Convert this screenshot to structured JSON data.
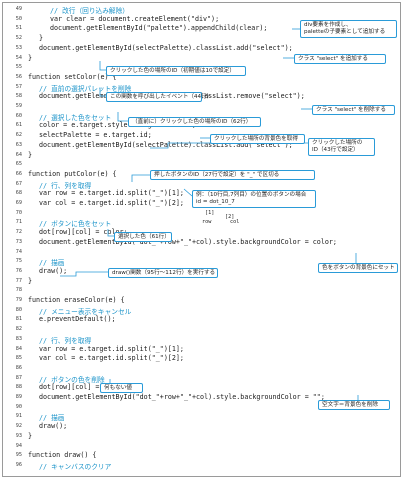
{
  "lines": [
    {
      "no": "49",
      "indent": 2,
      "code": "// 改行（回り込み解除）",
      "comment": true
    },
    {
      "no": "50",
      "indent": 2,
      "code": "var clear = document.createElement(\"div\");"
    },
    {
      "no": "51",
      "indent": 2,
      "code": "document.getElementById(\"palette\").appendChild(clear);"
    },
    {
      "no": "52",
      "indent": 1,
      "code": "}"
    },
    {
      "no": "53",
      "indent": 1,
      "code": "document.getElementById(selectPalette).classList.add(\"select\");"
    },
    {
      "no": "54",
      "indent": 0,
      "code": "}"
    },
    {
      "no": "55",
      "indent": 0,
      "code": ""
    },
    {
      "no": "56",
      "indent": 0,
      "code": "function setColor(e) {"
    },
    {
      "no": "57",
      "indent": 1,
      "code": "// 直前の選択パレットを削除",
      "comment": true
    },
    {
      "no": "58",
      "indent": 1,
      "code": "document.getElementById(selectPalette).classList.remove(\"select\");"
    },
    {
      "no": "59",
      "indent": 0,
      "code": ""
    },
    {
      "no": "60",
      "indent": 1,
      "code": "// 選択した色をセット",
      "comment": true
    },
    {
      "no": "61",
      "indent": 1,
      "code": "color = e.target.style.backgroundColor;"
    },
    {
      "no": "62",
      "indent": 1,
      "code": "selectPalette = e.target.id;"
    },
    {
      "no": "63",
      "indent": 1,
      "code": "document.getElementById(selectPalette).classList.add(\"select\");"
    },
    {
      "no": "64",
      "indent": 0,
      "code": "}"
    },
    {
      "no": "65",
      "indent": 0,
      "code": ""
    },
    {
      "no": "66",
      "indent": 0,
      "code": "function putColor(e) {"
    },
    {
      "no": "67",
      "indent": 1,
      "code": "// 行、列を取得",
      "comment": true
    },
    {
      "no": "68",
      "indent": 1,
      "code": "var row = e.target.id.split(\"_\")[1];"
    },
    {
      "no": "69",
      "indent": 1,
      "code": "var col = e.target.id.split(\"_\")[2];"
    },
    {
      "no": "70",
      "indent": 0,
      "code": ""
    },
    {
      "no": "71",
      "indent": 1,
      "code": "// ボタンに色をセット",
      "comment": true
    },
    {
      "no": "72",
      "indent": 1,
      "code": "dot[row][col] = color;"
    },
    {
      "no": "73",
      "indent": 1,
      "code": "document.getElementById(\"dot_\"+row+\"_\"+col).style.backgroundColor = color;"
    },
    {
      "no": "74",
      "indent": 0,
      "code": ""
    },
    {
      "no": "75",
      "indent": 1,
      "code": "// 描画",
      "comment": true
    },
    {
      "no": "76",
      "indent": 1,
      "code": "draw();"
    },
    {
      "no": "77",
      "indent": 0,
      "code": "}"
    },
    {
      "no": "78",
      "indent": 0,
      "code": ""
    },
    {
      "no": "79",
      "indent": 0,
      "code": "function eraseColor(e) {"
    },
    {
      "no": "80",
      "indent": 1,
      "code": "// メニュー表示をキャンセル",
      "comment": true
    },
    {
      "no": "81",
      "indent": 1,
      "code": "e.preventDefault();"
    },
    {
      "no": "82",
      "indent": 0,
      "code": ""
    },
    {
      "no": "83",
      "indent": 1,
      "code": "// 行、列を取得",
      "comment": true
    },
    {
      "no": "84",
      "indent": 1,
      "code": "var row = e.target.id.split(\"_\")[1];"
    },
    {
      "no": "85",
      "indent": 1,
      "code": "var col = e.target.id.split(\"_\")[2];"
    },
    {
      "no": "86",
      "indent": 0,
      "code": ""
    },
    {
      "no": "87",
      "indent": 1,
      "code": "// ボタンの色を削除",
      "comment": true
    },
    {
      "no": "88",
      "indent": 1,
      "code": "dot[row][col] = null;"
    },
    {
      "no": "89",
      "indent": 1,
      "code": "document.getElementById(\"dot_\"+row+\"_\"+col).style.backgroundColor = \"\";"
    },
    {
      "no": "90",
      "indent": 0,
      "code": ""
    },
    {
      "no": "91",
      "indent": 1,
      "code": "// 描画",
      "comment": true
    },
    {
      "no": "92",
      "indent": 1,
      "code": "draw();"
    },
    {
      "no": "93",
      "indent": 0,
      "code": "}"
    },
    {
      "no": "94",
      "indent": 0,
      "code": ""
    },
    {
      "no": "95",
      "indent": 0,
      "code": "function draw() {"
    },
    {
      "no": "96",
      "indent": 1,
      "code": "// キャンバスのクリア",
      "comment": true
    }
  ],
  "callouts": {
    "c1": "div要素を作成し、\npaletteの子要素として追加する",
    "c2": "クラス \"select\" を追加する",
    "c3": "クリックした色の場所のID（初期値は10で設定）",
    "c4": "この関数を呼び出したイベント（44行）",
    "c5": "クラス \"select\" を削除する",
    "c6": "（直前に）クリックした色の場所のID（62行）",
    "c7": "クリックした場所の背景色を取得",
    "c8": "クリックした場所の\nID（43行で設定）",
    "c9": "押したボタンのID（27行で設定）を \"_\" で区切る",
    "c10": "例：（10行目,7列目）の位置のボタンの場合\nid = dot_10_7",
    "c11": "選択した色（61行）",
    "c12": "色をボタンの背景色にセット",
    "c13": "draw()関数（95行～112行）を実行する",
    "c14": "何もない値",
    "c15": "空文字＝背景色を削除"
  },
  "split_labels": {
    "idx1": "[1]",
    "idx2": "[2]",
    "row": "row",
    "col": "col"
  }
}
